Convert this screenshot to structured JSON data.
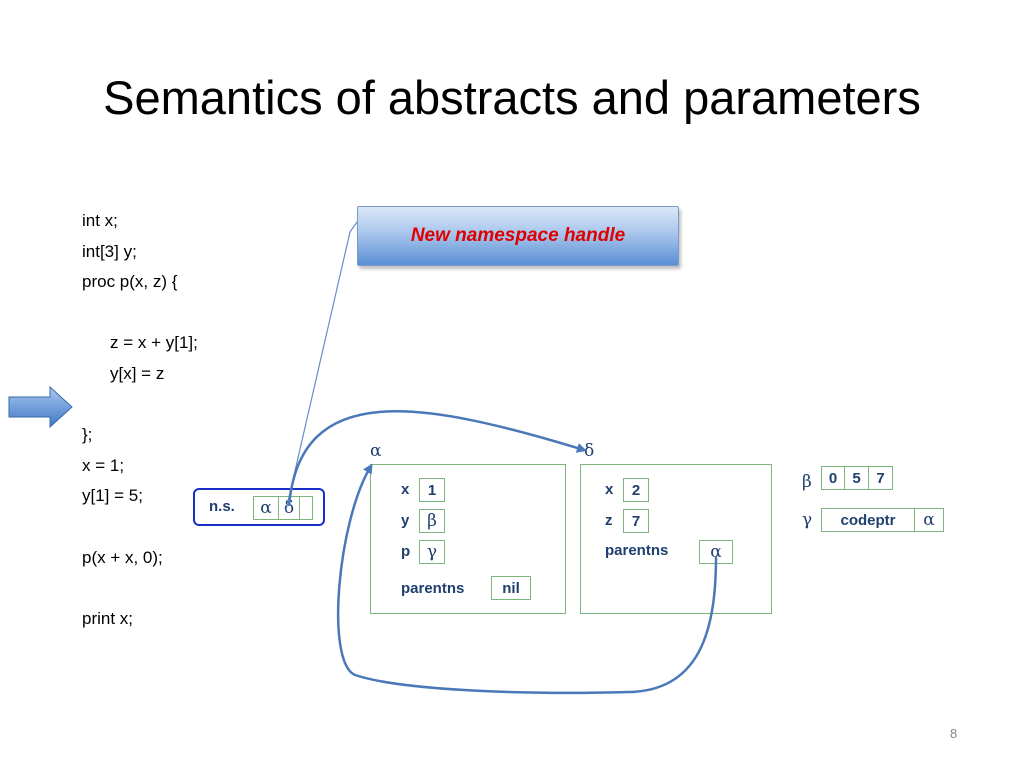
{
  "slide": {
    "title": "Semantics of abstracts and parameters",
    "page_number": "8"
  },
  "code": {
    "lines": [
      "int x;",
      "int[3] y;",
      "proc p(x, z) {",
      "",
      "z = x + y[1];",
      "y[x] = z",
      "",
      "};",
      "x = 1;",
      "y[1] = 5;",
      "",
      "p(x + x, 0);",
      "",
      "print x;"
    ]
  },
  "callout": {
    "text": "New namespace handle"
  },
  "namespace_handle": {
    "label": "n.s.",
    "slot1": "α",
    "slot2": "δ"
  },
  "frame_alpha": {
    "name": "α",
    "rows": [
      {
        "key": "x",
        "value": "1"
      },
      {
        "key": "y",
        "value": "β"
      },
      {
        "key": "p",
        "value": "γ"
      },
      {
        "key": "parentns",
        "value": "nil"
      }
    ]
  },
  "frame_delta": {
    "name": "δ",
    "rows": [
      {
        "key": "x",
        "value": "2"
      },
      {
        "key": "z",
        "value": "7"
      },
      {
        "key": "parentns",
        "value": "α"
      }
    ]
  },
  "beta_array": {
    "name": "β",
    "values": [
      "0",
      "5",
      "7"
    ]
  },
  "gamma_closure": {
    "name": "γ",
    "code": "codeptr",
    "env": "α"
  },
  "colors": {
    "arrow_blue": "#4a78b8",
    "frame_green": "#7cb47c",
    "label_navy": "#1f3f6f",
    "callout_text": "#e00000",
    "ns_border": "#1a2fc8"
  }
}
